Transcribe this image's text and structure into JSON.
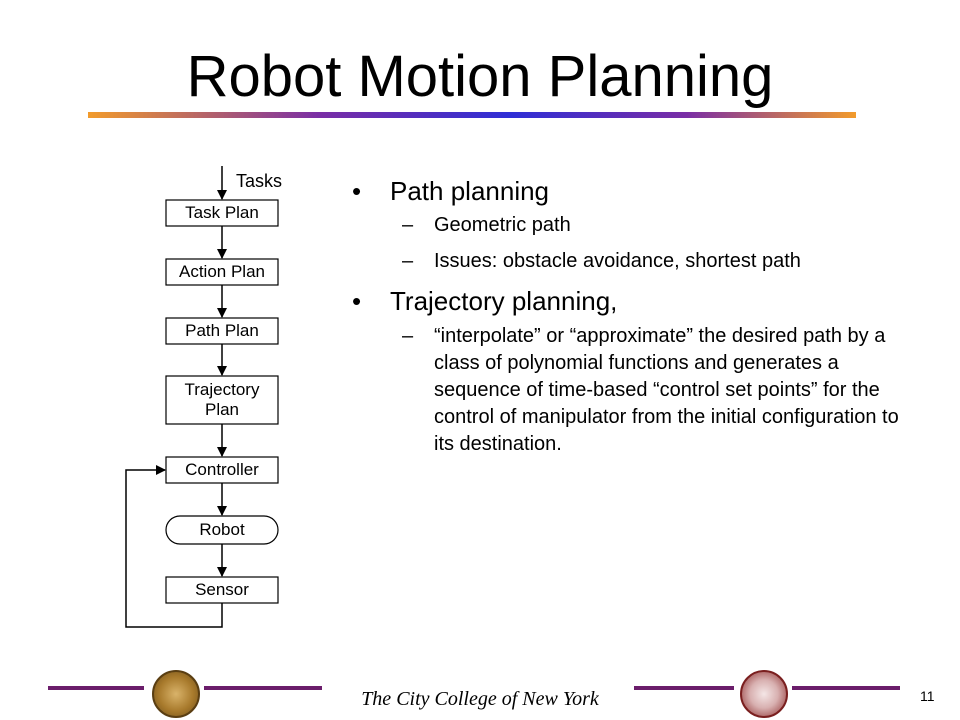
{
  "slide": {
    "title": "Robot Motion Planning",
    "page_number": "11",
    "footer": "The City College of New York"
  },
  "flowchart": {
    "input_label": "Tasks",
    "boxes": [
      {
        "label": "Task Plan"
      },
      {
        "label": "Action Plan"
      },
      {
        "label": "Path Plan"
      },
      {
        "label": "Trajectory Plan"
      },
      {
        "label": "Controller"
      },
      {
        "label": "Robot"
      },
      {
        "label": "Sensor"
      }
    ]
  },
  "bullets": [
    {
      "text": "Path planning",
      "sub": [
        "Geometric path",
        "Issues: obstacle avoidance, shortest path"
      ]
    },
    {
      "text": "Trajectory planning,",
      "sub": [
        "“interpolate” or “approximate” the desired path by a class of polynomial functions and generates a sequence of time-based “control set points” for the control of manipulator from the initial configuration to its destination."
      ]
    }
  ],
  "colors": {
    "footer_line": "#6b1d6b",
    "title_bar_edges": "#f29b2b",
    "title_bar_center": "#2f2fd6"
  }
}
